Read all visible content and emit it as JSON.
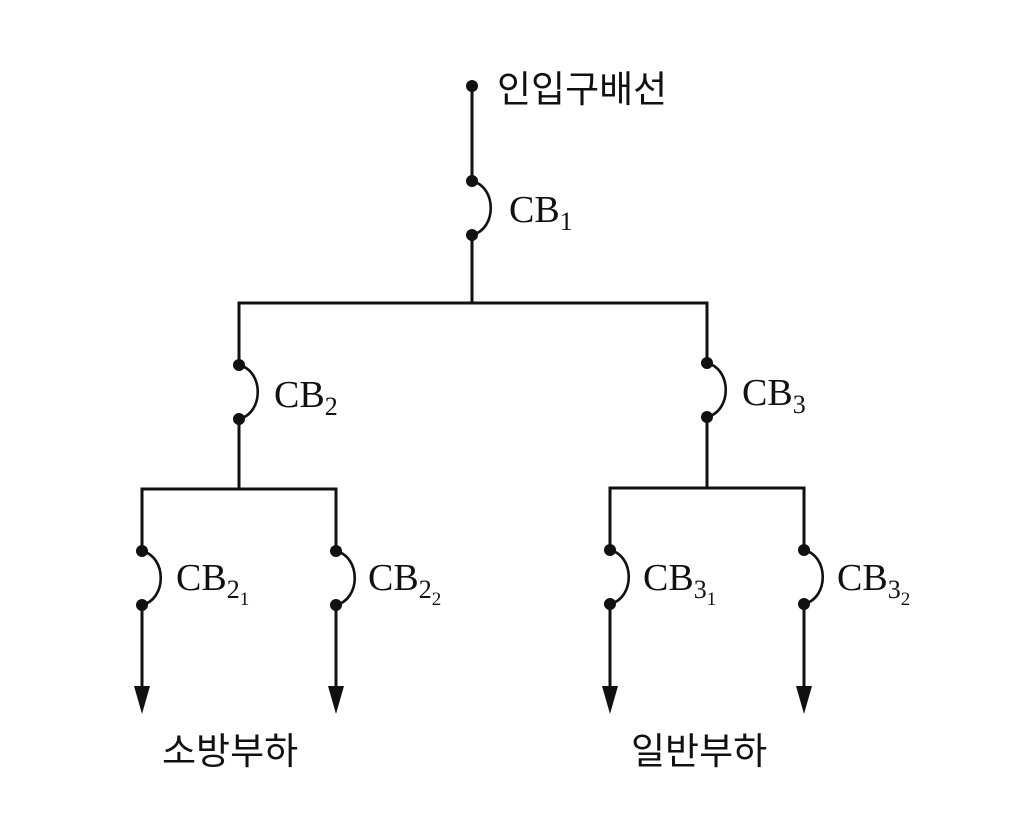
{
  "labels": {
    "source": "인입구배선",
    "fire_load": "소방부하",
    "general_load": "일반부하"
  },
  "breakers": {
    "cb1": {
      "main": "CB",
      "sub": "1",
      "subsub": ""
    },
    "cb2": {
      "main": "CB",
      "sub": "2",
      "subsub": ""
    },
    "cb3": {
      "main": "CB",
      "sub": "3",
      "subsub": ""
    },
    "cb21": {
      "main": "CB",
      "sub": "2",
      "subsub": "1"
    },
    "cb22": {
      "main": "CB",
      "sub": "2",
      "subsub": "2"
    },
    "cb31": {
      "main": "CB",
      "sub": "3",
      "subsub": "1"
    },
    "cb32": {
      "main": "CB",
      "sub": "3",
      "subsub": "2"
    }
  }
}
